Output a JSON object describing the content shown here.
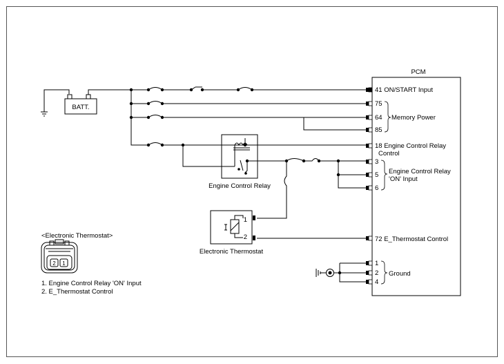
{
  "pcm": {
    "title": "PCM",
    "pins": {
      "p41": "41 ON/START Input",
      "p75": "75",
      "p64": "64",
      "p85": "85",
      "p18a": "18 Engine Control Relay",
      "p18b": "Control",
      "p3": "3",
      "p5": "5",
      "p6": "6",
      "p72": "72 E_Thermostat Control",
      "p1": "1",
      "p2": "2",
      "p4": "4"
    },
    "groups": {
      "memory_power": "Memory Power",
      "ecr_on_line1": "Engine Control Relay",
      "ecr_on_line2": "'ON' Input",
      "ground": "Ground"
    }
  },
  "battery": {
    "label": "BATT."
  },
  "relay": {
    "label": "Engine Control Relay"
  },
  "thermostat": {
    "label": "Electronic Thermostat",
    "pin1": "1",
    "pin2": "2"
  },
  "connector": {
    "title": "<Electronic Thermostat>",
    "pin_a": "2",
    "pin_b": "1",
    "legend": [
      "1. Engine Control Relay 'ON' Input",
      "2. E_Thermostat Control"
    ]
  },
  "colors": {
    "line": "#000000",
    "frame": "#555555"
  }
}
